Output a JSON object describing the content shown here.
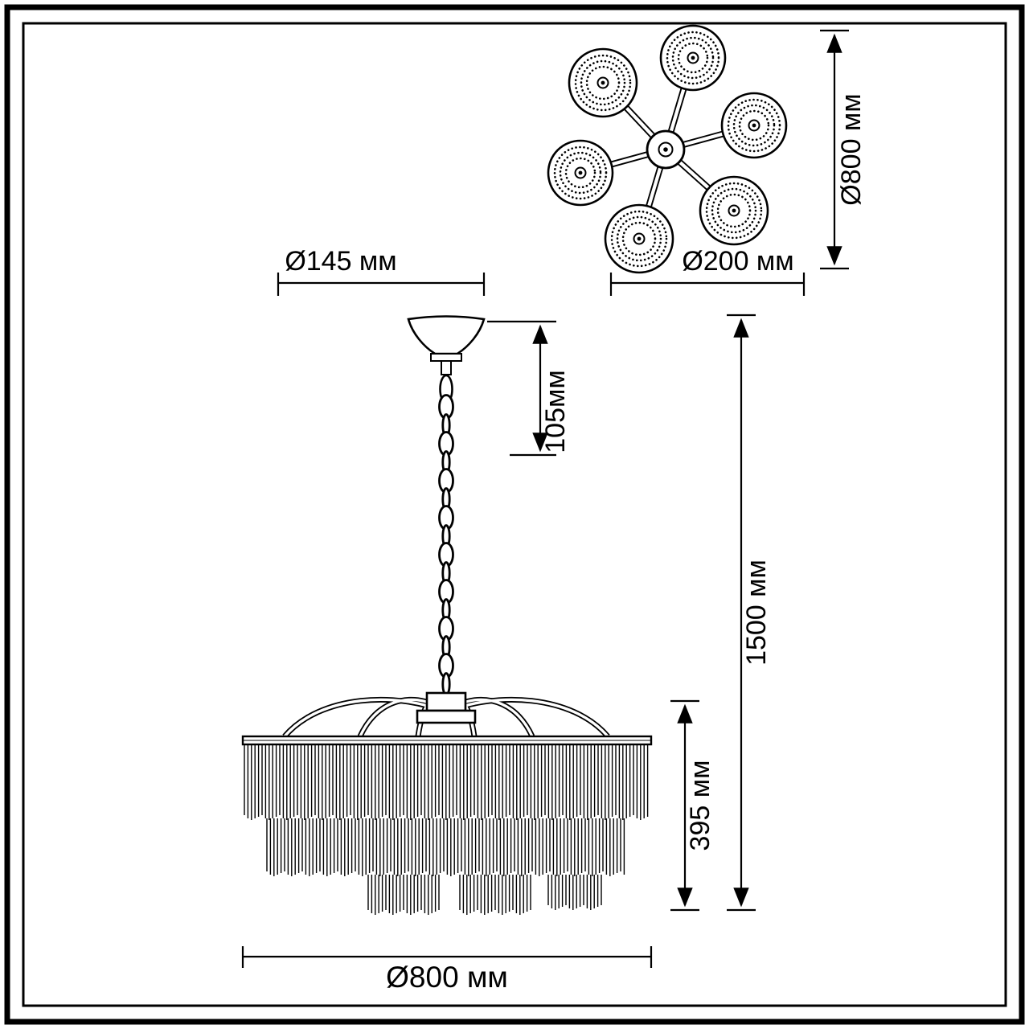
{
  "drawing": {
    "title": "Chandelier dimension drawing",
    "line_color": "#000000",
    "background": "#ffffff"
  },
  "dimensions": {
    "canopy_diameter": "Ø145 мм",
    "shade_diameter": "Ø200 мм",
    "top_view_diameter": "Ø800 мм",
    "canopy_height": "105мм",
    "overall_height": "1500 мм",
    "body_height": "395 мм",
    "body_diameter": "Ø800 мм"
  }
}
